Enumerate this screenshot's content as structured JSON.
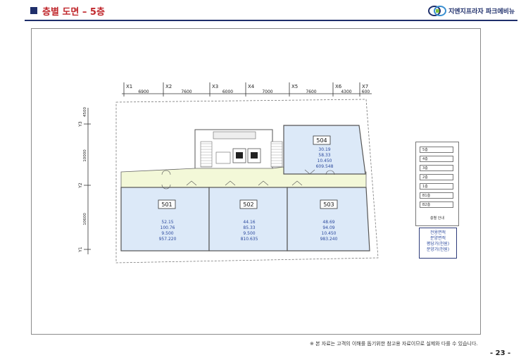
{
  "header": {
    "title": "층별 도면 – 5층",
    "brand": "지엔지프라자 파크에비뉴"
  },
  "grid": {
    "columns": [
      "X1",
      "X2",
      "X3",
      "X4",
      "X5",
      "X6",
      "X7"
    ],
    "spans": [
      "6900",
      "7600",
      "6000",
      "7000",
      "7600",
      "4300",
      "600"
    ],
    "rows": [
      "Y3",
      "Y2",
      "Y1"
    ],
    "row_spans": [
      "4500",
      "10000",
      "10600"
    ]
  },
  "units": [
    {
      "id": "504",
      "values": [
        "30.19",
        "58.33",
        "10.450",
        "609.548"
      ]
    },
    {
      "id": "501",
      "values": [
        "52.15",
        "100.76",
        "9.500",
        "957.220"
      ]
    },
    {
      "id": "502",
      "values": [
        "44.16",
        "85.33",
        "9.500",
        "810.635"
      ]
    },
    {
      "id": "503",
      "values": [
        "48.69",
        "94.09",
        "10.450",
        "983.240"
      ]
    }
  ],
  "legend": {
    "floors": [
      "5층",
      "4층",
      "3층",
      "2층",
      "1층",
      "B1층",
      "B2층"
    ],
    "active_floor": "5층",
    "title": "층별 안내"
  },
  "area_legend": [
    "전용면적",
    "분양면적",
    "평당가(천원)",
    "분양가(천원)"
  ],
  "footer": {
    "note": "※ 본 자료는 고객의 이해를 돕기위한 참고용 자료이므로 실제와 다를 수 있습니다.",
    "page": "- 23 -"
  },
  "colors": {
    "title": "#c0282d",
    "navy": "#1f2f6b",
    "unit_fill": "#dce9f8",
    "corridor_fill": "#f3f8d8",
    "unit_label": "#2d4a9e"
  }
}
